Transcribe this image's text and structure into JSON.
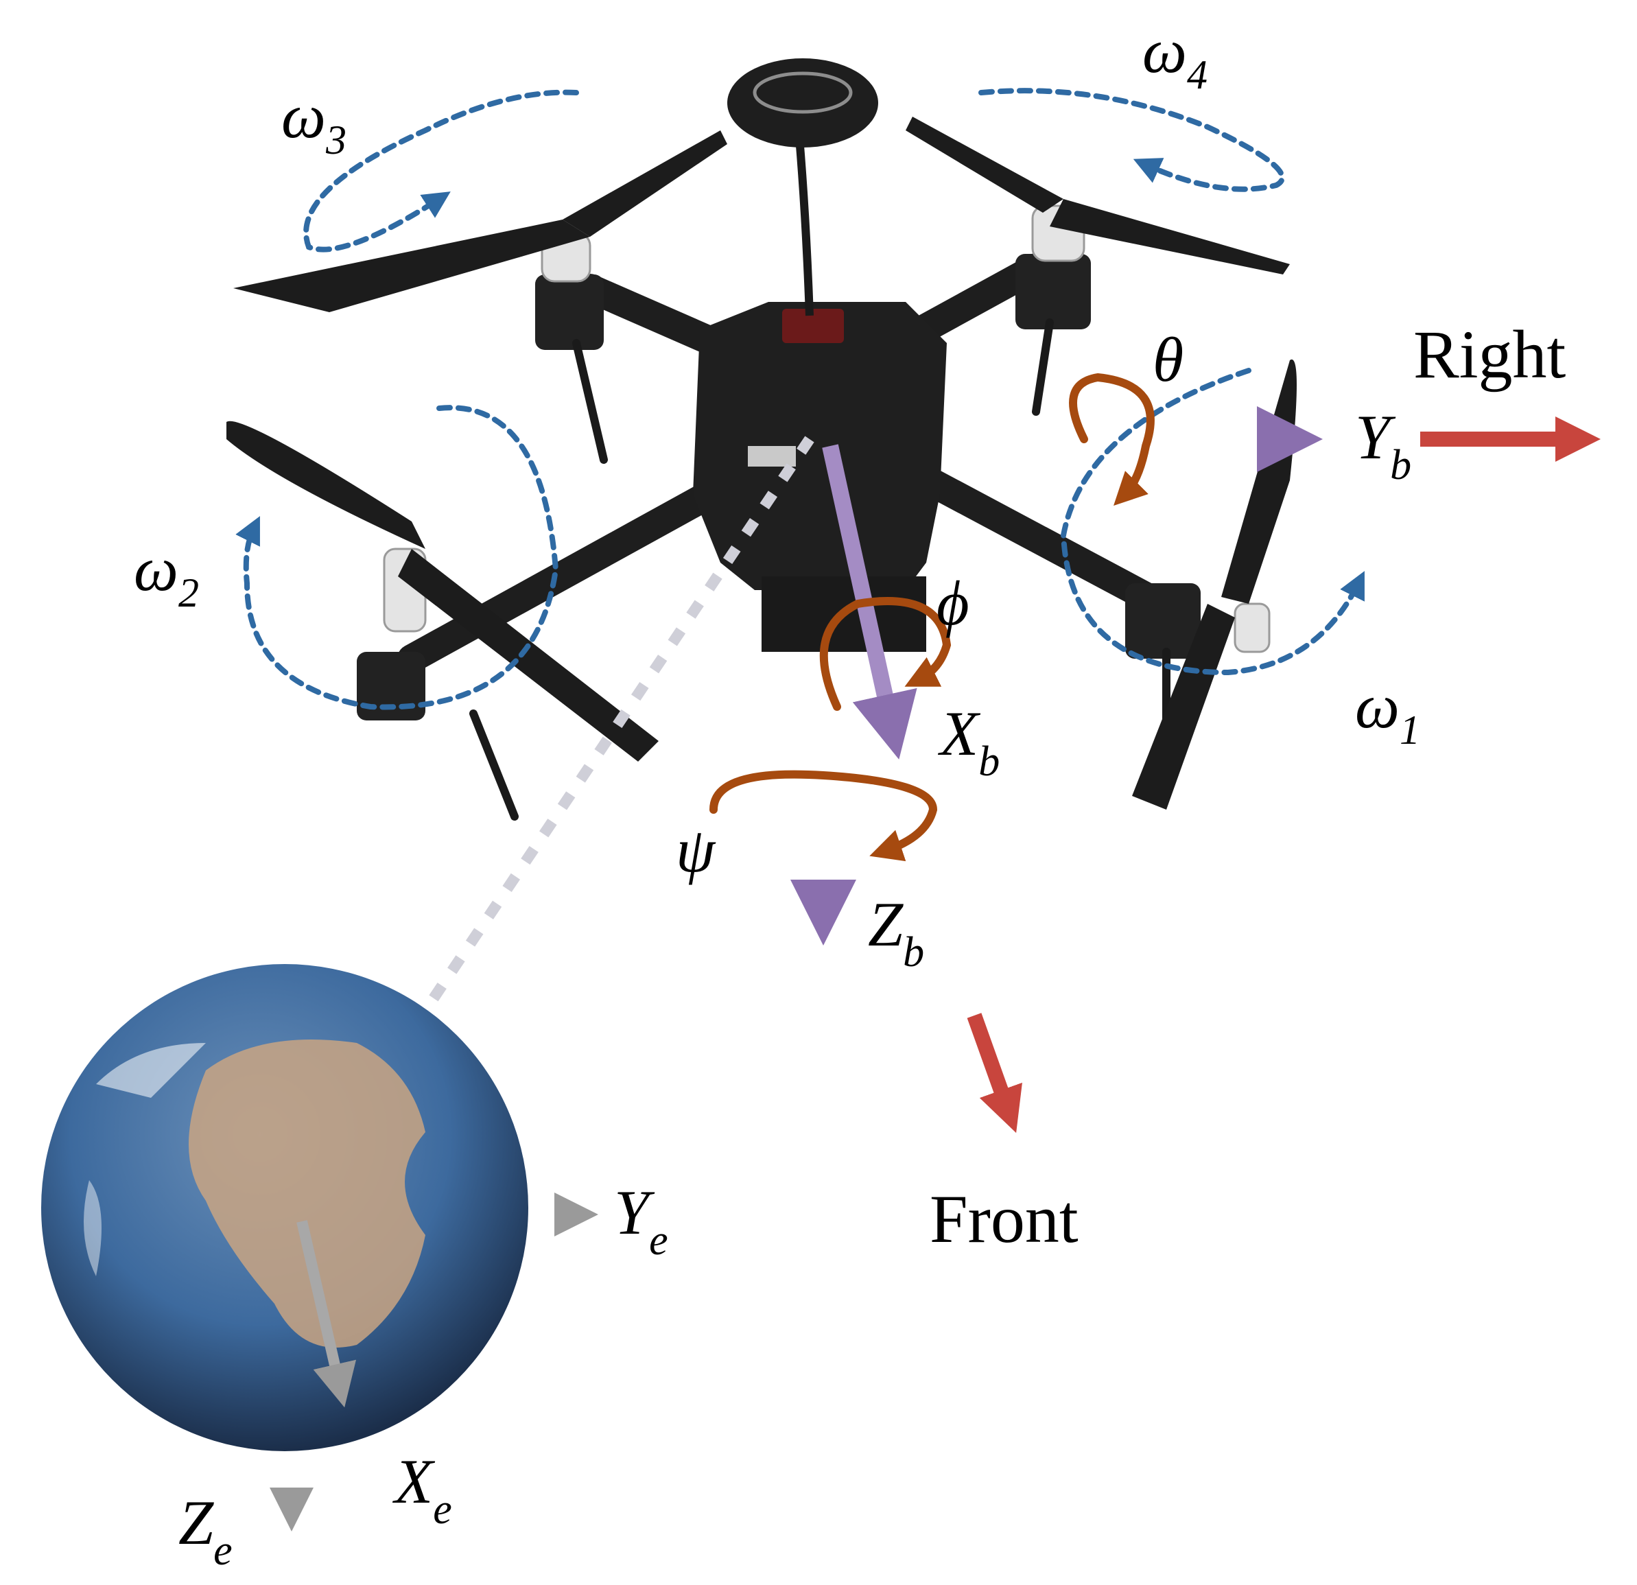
{
  "rotor_labels": [
    {
      "symbol": "ω",
      "index": "1"
    },
    {
      "symbol": "ω",
      "index": "2"
    },
    {
      "symbol": "ω",
      "index": "3"
    },
    {
      "symbol": "ω",
      "index": "4"
    }
  ],
  "body_frame": {
    "x": {
      "letter": "X",
      "sub": "b"
    },
    "y": {
      "letter": "Y",
      "sub": "b"
    },
    "z": {
      "letter": "Z",
      "sub": "b"
    }
  },
  "earth_frame": {
    "x": {
      "letter": "X",
      "sub": "e"
    },
    "y": {
      "letter": "Y",
      "sub": "e"
    },
    "z": {
      "letter": "Z",
      "sub": "e"
    }
  },
  "angles": {
    "roll": "ϕ",
    "pitch": "θ",
    "yaw": "ψ"
  },
  "directions": {
    "right": "Right",
    "front": "Front"
  },
  "colors": {
    "body_axis": "#8a6fae",
    "earth_axis": "#9a9a9a",
    "rotation_arrow": "#a64a0f",
    "rotor_spin": "#2f6aa3",
    "direction_arrow": "#c8453d"
  }
}
